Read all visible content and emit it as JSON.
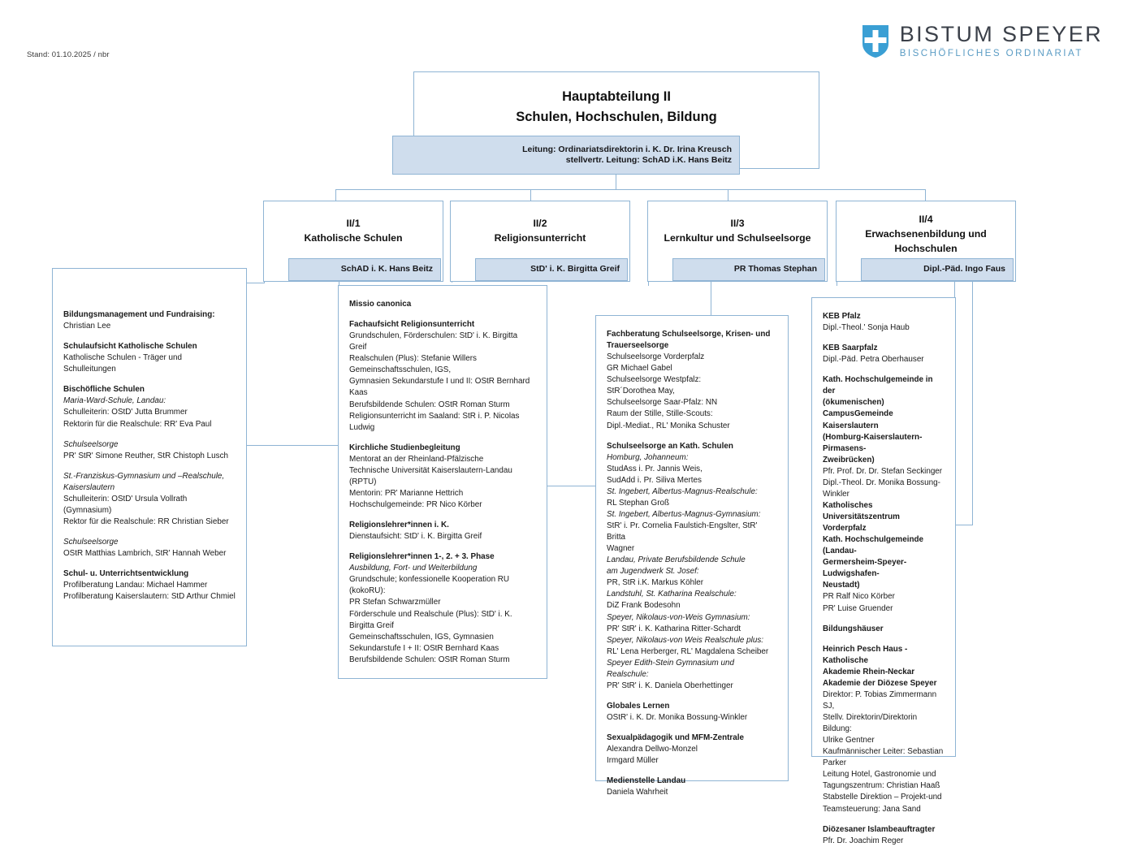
{
  "meta": {
    "stand": "Stand: 01.10.2025 / nbr"
  },
  "logo": {
    "line1": "BISTUM SPEYER",
    "line2": "BISCHÖFLICHES ORDINARIAT",
    "shield_blue": "#3a9fd4",
    "text_dark": "#3b4049",
    "text_blue": "#5b9cc4"
  },
  "colors": {
    "border": "#8fb4d4",
    "lead_fill": "#cfdded",
    "text": "#1a1a1a"
  },
  "top": {
    "title_line1": "Hauptabteilung II",
    "title_line2": "Schulen, Hochschulen, Bildung",
    "lead_line1": "Leitung: Ordinariatsdirektorin i. K. Dr. Irina Kreusch",
    "lead_line2": "stellvertr. Leitung: SchAD i.K. Hans Beitz"
  },
  "departments": [
    {
      "code": "II/1",
      "name_line1": "Katholische Schulen",
      "name_line2": "",
      "lead": "SchAD i. K. Hans Beitz"
    },
    {
      "code": "II/2",
      "name_line1": "Religionsunterricht",
      "name_line2": "",
      "lead": "StD' i. K. Birgitta Greif"
    },
    {
      "code": "II/3",
      "name_line1": "Lernkultur und Schulseelsorge",
      "name_line2": "",
      "lead": "PR Thomas Stephan"
    },
    {
      "code": "II/4",
      "name_line1": "Erwachsenenbildung und",
      "name_line2": "Hochschulen",
      "lead": "Dipl.-Päd. Ingo Faus"
    }
  ],
  "panels": {
    "p1": [
      {
        "style": "bold-lead",
        "bold": "Bildungsmanagement und Fundraising:",
        "rest": " Christian Lee"
      },
      {
        "style": "gap"
      },
      {
        "style": "bold",
        "text": "Schulaufsicht Katholische Schulen"
      },
      {
        "style": "plain",
        "text": "Katholische Schulen - Träger und Schulleitungen"
      },
      {
        "style": "gap"
      },
      {
        "style": "bold",
        "text": "Bischöfliche Schulen"
      },
      {
        "style": "italic",
        "text": "Maria-Ward-Schule, Landau:"
      },
      {
        "style": "plain",
        "text": "Schulleiterin: OStD' Jutta Brummer"
      },
      {
        "style": "plain",
        "text": "Rektorin für die Realschule: RR' Eva Paul"
      },
      {
        "style": "gap"
      },
      {
        "style": "italic",
        "text": "Schulseelsorge"
      },
      {
        "style": "plain",
        "text": "PR' StR' Simone Reuther, StR Chistoph Lusch"
      },
      {
        "style": "gap"
      },
      {
        "style": "italic",
        "text": "St.-Franziskus-Gymnasium und –Realschule,"
      },
      {
        "style": "italic",
        "text": "Kaiserslautern"
      },
      {
        "style": "plain",
        "text": "Schulleiterin: OStD' Ursula Vollrath (Gymnasium)"
      },
      {
        "style": "plain",
        "text": "Rektor für die Realschule: RR Christian Sieber"
      },
      {
        "style": "gap"
      },
      {
        "style": "italic",
        "text": "Schulseelsorge"
      },
      {
        "style": "plain",
        "text": "OStR Matthias Lambrich, StR' Hannah Weber"
      },
      {
        "style": "gap"
      },
      {
        "style": "bold",
        "text": "Schul- u. Unterrichtsentwicklung"
      },
      {
        "style": "plain",
        "text": "Profilberatung Landau: Michael Hammer"
      },
      {
        "style": "plain",
        "text": "Profilberatung Kaiserslautern: StD Arthur Chmiel"
      }
    ],
    "p2": [
      {
        "style": "bold",
        "text": "Missio canonica"
      },
      {
        "style": "gap"
      },
      {
        "style": "bold",
        "text": "Fachaufsicht Religionsunterricht"
      },
      {
        "style": "plain",
        "text": " Grundschulen, Förderschulen: StD' i. K. Birgitta Greif"
      },
      {
        "style": "plain",
        "text": "Realschulen (Plus): Stefanie Willers"
      },
      {
        "style": "plain",
        "text": "Gemeinschaftsschulen, IGS,"
      },
      {
        "style": "plain",
        "text": "Gymnasien Sekundarstufe  I und II: OStR Bernhard Kaas"
      },
      {
        "style": "plain",
        "text": "Berufsbildende Schulen: OStR Roman Sturm"
      },
      {
        "style": "plain",
        "text": "Religionsunterricht im Saaland: StR i. P. Nicolas Ludwig"
      },
      {
        "style": "gap"
      },
      {
        "style": "bold",
        "text": "Kirchliche Studienbegleitung"
      },
      {
        "style": "plain",
        "text": "Mentorat an der Rheinland-Pfälzische"
      },
      {
        "style": "plain",
        "text": "Technische Universität Kaiserslautern-Landau (RPTU)"
      },
      {
        "style": "plain",
        "text": "Mentorin: PR' Marianne Hettrich"
      },
      {
        "style": "plain",
        "text": "Hochschulgemeinde: PR Nico Körber"
      },
      {
        "style": "gap"
      },
      {
        "style": "bold",
        "text": "Religionslehrer*innen i. K."
      },
      {
        "style": "plain",
        "text": "Dienstaufsicht: StD' i. K. Birgitta Greif"
      },
      {
        "style": "gap"
      },
      {
        "style": "bold",
        "text": "Religionslehrer*innen 1-, 2. + 3. Phase"
      },
      {
        "style": "italic",
        "text": "Ausbildung, Fort- und Weiterbildung"
      },
      {
        "style": "plain",
        "text": "Grundschule; konfessionelle Kooperation RU (kokoRU):"
      },
      {
        "style": "plain",
        "text": "PR Stefan Schwarzmüller"
      },
      {
        "style": "plain",
        "text": "Förderschule und Realschule (Plus): StD' i. K. Birgitta Greif"
      },
      {
        "style": "plain",
        "text": "Gemeinschaftsschulen, IGS, Gymnasien"
      },
      {
        "style": "plain",
        "text": "Sekundarstufe I + II: OStR Bernhard Kaas"
      },
      {
        "style": "plain",
        "text": "Berufsbildende Schulen: OStR Roman Sturm"
      }
    ],
    "p3": [
      {
        "style": "bold",
        "text": "Fachberatung Schulseelsorge, Krisen- und"
      },
      {
        "style": "bold",
        "text": "Trauerseelsorge"
      },
      {
        "style": "plain",
        "text": "Schulseelsorge Vorderpfalz"
      },
      {
        "style": "plain",
        "text": " GR Michael Gabel"
      },
      {
        "style": "plain",
        "text": "Schulseelsorge Westpfalz:"
      },
      {
        "style": "plain",
        "text": "StR´Dorothea May,"
      },
      {
        "style": "plain",
        "text": "Schulseelsorge Saar-Pfalz: NN"
      },
      {
        "style": "plain",
        "text": "Raum der Stille, Stille-Scouts:"
      },
      {
        "style": "plain",
        "text": "Dipl.-Mediat., RL' Monika Schuster"
      },
      {
        "style": "gap"
      },
      {
        "style": "bold",
        "text": "Schulseelsorge an Kath. Schulen"
      },
      {
        "style": "italic",
        "text": "Homburg, Johanneum:"
      },
      {
        "style": "plain",
        "text": "StudAss i. Pr. Jannis Weis,"
      },
      {
        "style": "plain",
        "text": "SudAdd i. Pr. Siliva Mertes"
      },
      {
        "style": "italic",
        "text": "St. Ingebert, Albertus-Magnus-Realschule:"
      },
      {
        "style": "plain",
        "text": "RL Stephan Groß"
      },
      {
        "style": "italic",
        "text": "St. Ingebert, Albertus-Magnus-Gymnasium:"
      },
      {
        "style": "plain",
        "text": "StR' i. Pr. Cornelia Faulstich-Engslter, StR' Britta"
      },
      {
        "style": "plain",
        "text": "Wagner"
      },
      {
        "style": "italic",
        "text": "Landau,  Private Berufsbildende Schule"
      },
      {
        "style": "italic",
        "text": "am Jugendwerk St. Josef:"
      },
      {
        "style": "plain",
        "text": "PR, StR i.K. Markus Köhler"
      },
      {
        "style": "italic",
        "text": "Landstuhl, St. Katharina Realschule:"
      },
      {
        "style": "plain",
        "text": "DiZ Frank Bodesohn"
      },
      {
        "style": "italic",
        "text": "Speyer, Nikolaus-von-Weis Gymnasium:"
      },
      {
        "style": "plain",
        "text": "PR' StR' i. K. Katharina Ritter-Schardt"
      },
      {
        "style": "italic",
        "text": "Speyer, Nikolaus-von Weis Realschule plus:"
      },
      {
        "style": "plain",
        "text": "RL' Lena Herberger, RL' Magdalena Scheiber"
      },
      {
        "style": "italic",
        "text": "Speyer Edith-Stein Gymnasium und Realschule:"
      },
      {
        "style": "plain",
        "text": "PR' StR' i. K. Daniela Oberhettinger"
      },
      {
        "style": "gap"
      },
      {
        "style": "bold",
        "text": "Globales Lernen"
      },
      {
        "style": "plain",
        "text": "OStR' i. K. Dr. Monika Bossung-Winkler"
      },
      {
        "style": "gap"
      },
      {
        "style": "bold",
        "text": "Sexualpädagogik und MFM-Zentrale"
      },
      {
        "style": "plain",
        "text": "Alexandra Dellwo-Monzel"
      },
      {
        "style": "plain",
        "text": "Irmgard Müller"
      },
      {
        "style": "gap"
      },
      {
        "style": "bold",
        "text": "Medienstelle Landau"
      },
      {
        "style": "plain",
        "text": "Daniela Wahrheit"
      }
    ],
    "p4": [
      {
        "style": "bold",
        "text": "KEB Pfalz"
      },
      {
        "style": "plain",
        "text": "Dipl.-Theol.' Sonja Haub"
      },
      {
        "style": "gap"
      },
      {
        "style": "bold",
        "text": "KEB Saarpfalz"
      },
      {
        "style": "plain",
        "text": "Dipl.-Päd. Petra Oberhauser"
      },
      {
        "style": "gap"
      },
      {
        "style": "bold",
        "text": "Kath. Hochschulgemeinde in der"
      },
      {
        "style": "bold",
        "text": "(ökumenischen) CampusGemeinde"
      },
      {
        "style": "bold",
        "text": "Kaiserslautern"
      },
      {
        "style": "bold",
        "text": " (Homburg-Kaiserslautern-Pirmasens-"
      },
      {
        "style": "bold",
        "text": "Zweibrücken)"
      },
      {
        "style": "plain",
        "text": "Pfr. Prof. Dr. Dr. Stefan Seckinger"
      },
      {
        "style": "plain",
        "text": "Dipl.-Theol. Dr. Monika Bossung-Winkler"
      },
      {
        "style": "bold",
        "text": "Katholisches Universitätszentrum"
      },
      {
        "style": "bold",
        "text": "Vorderpfalz"
      },
      {
        "style": "bold",
        "text": "Kath. Hochschulgemeinde (Landau-"
      },
      {
        "style": "bold",
        "text": "Germersheim-Speyer-Ludwigshafen-"
      },
      {
        "style": "bold",
        "text": "Neustadt)"
      },
      {
        "style": "plain",
        "text": "PR Ralf Nico Körber"
      },
      {
        "style": "plain",
        "text": "PR' Luise Gruender"
      },
      {
        "style": "gap"
      },
      {
        "style": "bold",
        "text": "Bildungshäuser"
      },
      {
        "style": "gap"
      },
      {
        "style": "bold",
        "text": "Heinrich Pesch Haus - Katholische"
      },
      {
        "style": "bold",
        "text": "Akademie Rhein-Neckar"
      },
      {
        "style": "bold",
        "text": "Akademie der Diözese Speyer"
      },
      {
        "style": "plain",
        "text": "Direktor:  P. Tobias Zimmermann SJ,"
      },
      {
        "style": "plain",
        "text": "Stellv. Direktorin/Direktorin Bildung:"
      },
      {
        "style": "plain",
        "text": "Ulrike Gentner"
      },
      {
        "style": "plain",
        "text": "Kaufmännischer Leiter: Sebastian Parker"
      },
      {
        "style": "plain",
        "text": "Leitung Hotel, Gastronomie und"
      },
      {
        "style": "plain",
        "text": "Tagungszentrum: Christian Haaß"
      },
      {
        "style": "plain",
        "text": "Stabstelle Direktion – Projekt-und"
      },
      {
        "style": "plain",
        "text": "Teamsteuerung: Jana Sand"
      },
      {
        "style": "gap"
      },
      {
        "style": "bold",
        "text": "Diözesaner Islambeauftragter"
      },
      {
        "style": "plain",
        "text": "Pfr. Dr. Joachim Reger"
      }
    ]
  }
}
